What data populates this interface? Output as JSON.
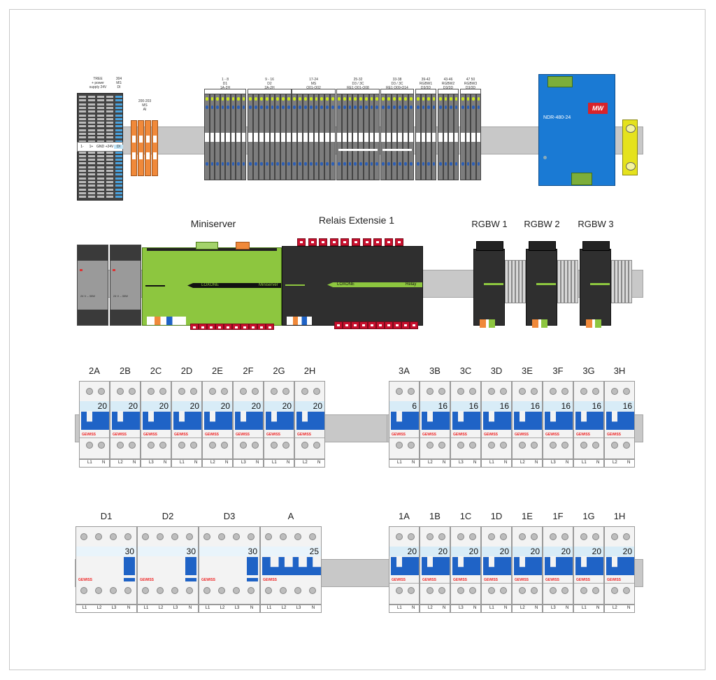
{
  "colors": {
    "rail": "#c8c8c8",
    "breaker_blue": "#1f63c6",
    "loxone_green": "#8dc63f",
    "meanwell_blue": "#1a7ad4",
    "terminal_green": "#c9e51f",
    "relay_red": "#c8102e",
    "orange": "#f0893a"
  },
  "row1": {
    "tree_label": "TREE\n+ power\nsupply 24V",
    "ms_label": "304\nMS\nDI",
    "tree_terms": [
      "1-",
      "1+",
      "GND",
      "+24V",
      "DI"
    ],
    "ai_label": "200-203\nMS\nAI",
    "groups": [
      {
        "label": "1 - 8\nD1\n1A-2H"
      },
      {
        "label": "9 - 16\nD2\n2A-2H"
      },
      {
        "label": "17-24\nMS\nQ01-Q02"
      },
      {
        "label": "25-32\nD3 / 3C\nRE1 Q01-Q08"
      },
      {
        "label": "33-38\nD3 / 3C\nRE1 Q09-Q14"
      },
      {
        "label": "39-42\nRGBW1\nD3/3D"
      },
      {
        "label": "43-46\nRGBW2\nD3/3D"
      },
      {
        "label": "47 50\nRGBW3\nD3/3D"
      }
    ],
    "psu_label": "NDR-480-24",
    "psu_brand": "MW"
  },
  "row2": {
    "miniserver_title": "Miniserver",
    "relay_title": "Relais Extensie 1",
    "rgbw_titles": [
      "RGBW 1",
      "RGBW 2",
      "RGBW 3"
    ],
    "psu_text": "24 V – 30W",
    "ms_brand": "LOXONE",
    "ms_name": "Miniserver",
    "relay_brand": "LOXONE",
    "relay_name": "Relay"
  },
  "row3": {
    "left": {
      "names": [
        "2A",
        "2B",
        "2C",
        "2D",
        "2E",
        "2F",
        "2G",
        "2H"
      ],
      "ratings": [
        "20",
        "20",
        "20",
        "20",
        "20",
        "20",
        "20",
        "20"
      ],
      "phases": [
        "L1",
        "L2",
        "L3",
        "L1",
        "L2",
        "L3",
        "L1",
        "L2"
      ]
    },
    "right": {
      "names": [
        "3A",
        "3B",
        "3C",
        "3D",
        "3E",
        "3F",
        "3G",
        "3H"
      ],
      "ratings": [
        "6",
        "16",
        "16",
        "16",
        "16",
        "16",
        "16",
        "16"
      ],
      "phases": [
        "L1",
        "L2",
        "L3",
        "L1",
        "L2",
        "L3",
        "L1",
        "L2"
      ]
    },
    "brand": "GEWISS",
    "neutral": "N"
  },
  "row4": {
    "rcd_names": [
      "D1",
      "D2",
      "D3",
      "A"
    ],
    "rcd_ratings": [
      "30",
      "30",
      "30",
      "25"
    ],
    "rcd_terms": [
      [
        "L1",
        "L2",
        "L3",
        "N"
      ],
      [
        "L1",
        "L2",
        "L3",
        "N"
      ],
      [
        "L1",
        "L2",
        "L3",
        "N"
      ],
      [
        "L1",
        "L2",
        "L3",
        "N"
      ]
    ],
    "right": {
      "names": [
        "1A",
        "1B",
        "1C",
        "1D",
        "1E",
        "1F",
        "1G",
        "1H"
      ],
      "ratings": [
        "20",
        "20",
        "20",
        "20",
        "20",
        "20",
        "20",
        "20"
      ],
      "phases": [
        "L1",
        "L2",
        "L3",
        "L1",
        "L2",
        "L3",
        "L1",
        "L2"
      ]
    }
  }
}
